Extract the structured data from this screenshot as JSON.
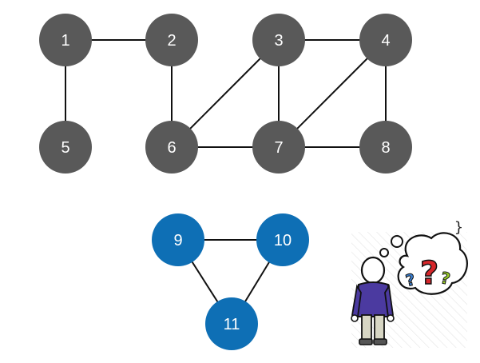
{
  "colors": {
    "gray_node": "#595959",
    "blue_node": "#0e6fb5",
    "edge": "#111111",
    "label": "#ffffff"
  },
  "nodes": [
    {
      "id": "1",
      "label": "1",
      "group": "gray"
    },
    {
      "id": "2",
      "label": "2",
      "group": "gray"
    },
    {
      "id": "3",
      "label": "3",
      "group": "gray"
    },
    {
      "id": "4",
      "label": "4",
      "group": "gray"
    },
    {
      "id": "5",
      "label": "5",
      "group": "gray"
    },
    {
      "id": "6",
      "label": "6",
      "group": "gray"
    },
    {
      "id": "7",
      "label": "7",
      "group": "gray"
    },
    {
      "id": "8",
      "label": "8",
      "group": "gray"
    },
    {
      "id": "9",
      "label": "9",
      "group": "blue"
    },
    {
      "id": "10",
      "label": "10",
      "group": "blue"
    },
    {
      "id": "11",
      "label": "11",
      "group": "blue"
    }
  ],
  "edges": [
    [
      "1",
      "2"
    ],
    [
      "1",
      "5"
    ],
    [
      "2",
      "6"
    ],
    [
      "3",
      "4"
    ],
    [
      "3",
      "6"
    ],
    [
      "3",
      "7"
    ],
    [
      "4",
      "7"
    ],
    [
      "4",
      "8"
    ],
    [
      "6",
      "7"
    ],
    [
      "7",
      "8"
    ],
    [
      "9",
      "10"
    ],
    [
      "9",
      "11"
    ],
    [
      "10",
      "11"
    ]
  ],
  "decorations": {
    "brace": "}",
    "illustration": "confused-person-question-marks-icon"
  }
}
